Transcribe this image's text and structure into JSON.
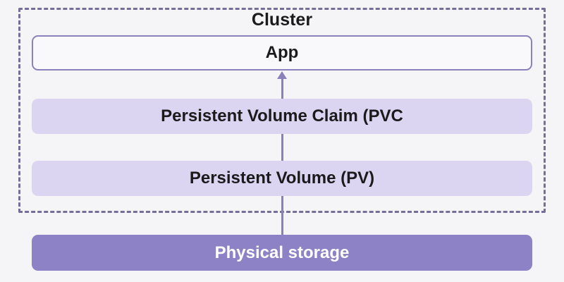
{
  "cluster": {
    "label": "Cluster"
  },
  "nodes": [
    {
      "id": "app",
      "label": "App"
    },
    {
      "id": "pvc",
      "label": "Persistent Volume Claim (PVC"
    },
    {
      "id": "pv",
      "label": "Persistent Volume (PV)"
    },
    {
      "id": "storage",
      "label": "Physical storage"
    }
  ],
  "arrow": {
    "from": "storage",
    "to": "app",
    "direction": "up"
  },
  "colors": {
    "background": "#f5f4f6",
    "cluster_dash_border": "#75709a",
    "app_fill": "#f9f9fb",
    "app_border": "#8a82bc",
    "volume_box_fill": "#dbd5f1",
    "storage_fill": "#8d82c5",
    "arrow": "#8a80ba",
    "text_dark": "#1b1b1d",
    "text_light": "#ffffff"
  }
}
